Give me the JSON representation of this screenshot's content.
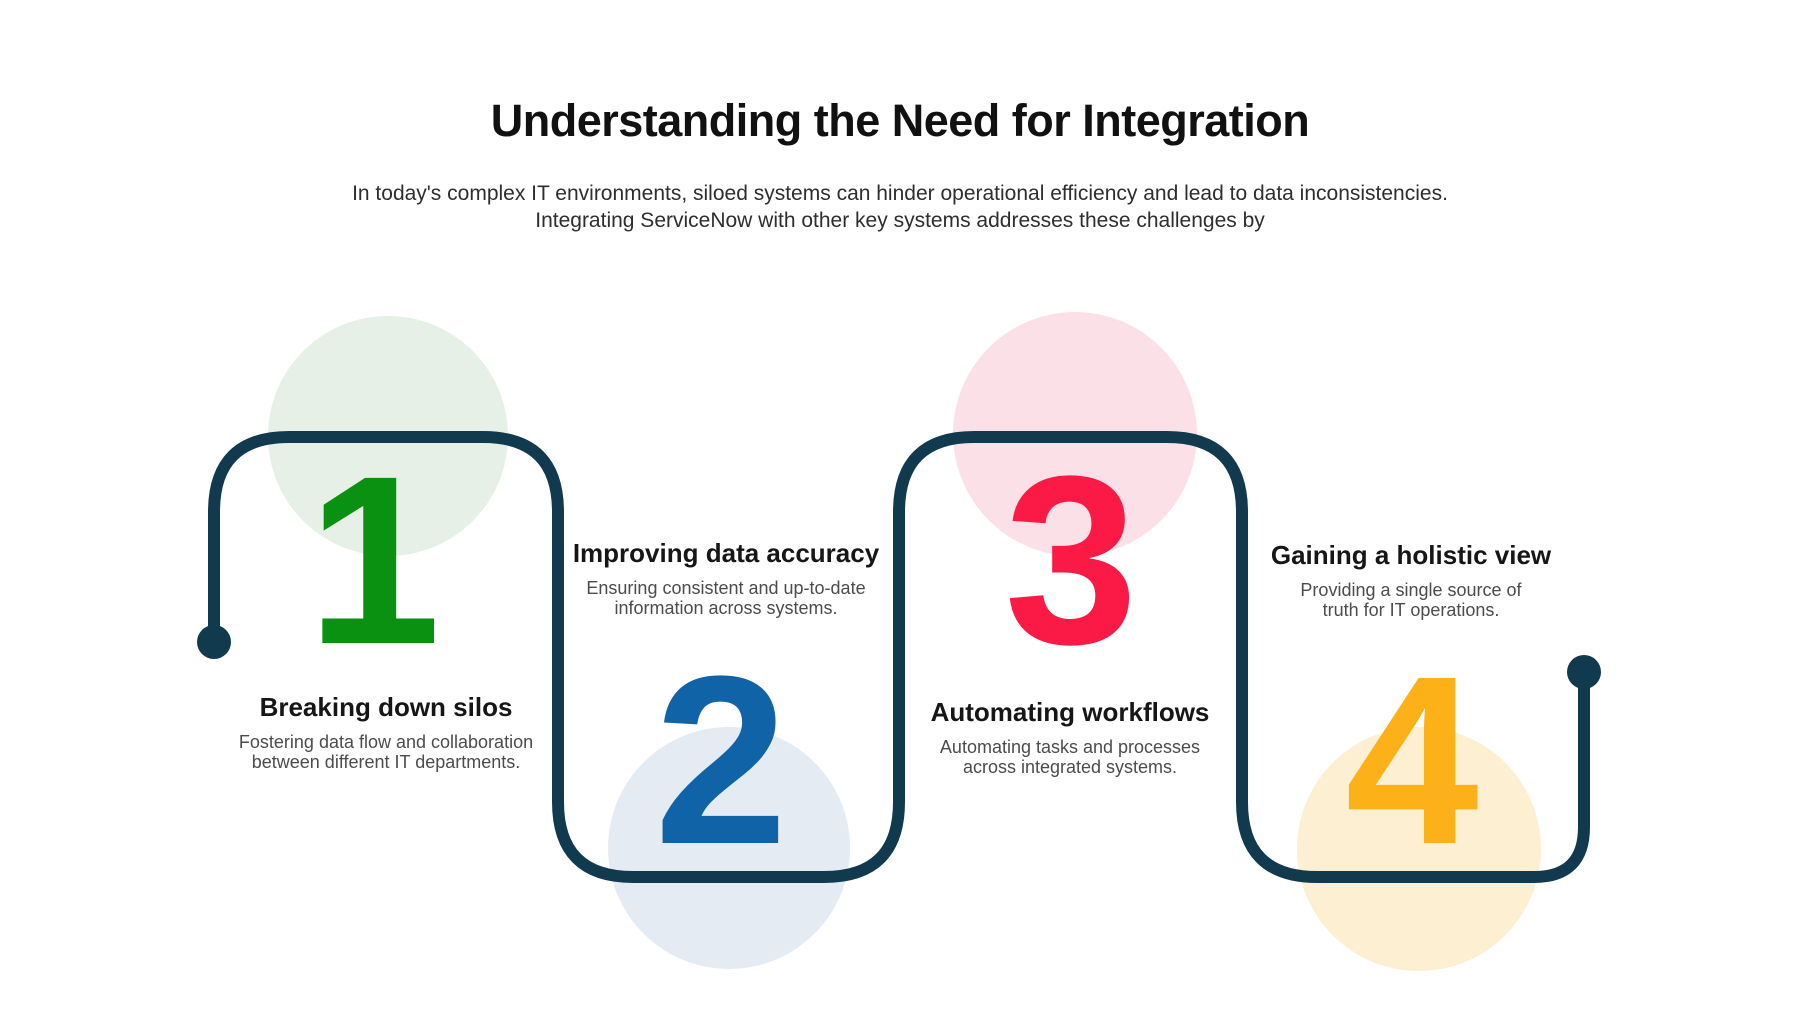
{
  "palette": {
    "line": "#123A4E",
    "title_color": "#111111",
    "subtitle_color": "#2E2E2E",
    "step_title_color": "#161616",
    "step_desc_color": "#4C4C4C"
  },
  "header": {
    "title": "Understanding the Need for Integration",
    "subtitle_line1": "In today's complex IT environments, siloed systems can hinder operational efficiency and lead to data inconsistencies.",
    "subtitle_line2": "Integrating ServiceNow with other key systems addresses these challenges by"
  },
  "steps": [
    {
      "number": "1",
      "title": "Breaking down silos",
      "desc_line1": "Fostering data flow and collaboration",
      "desc_line2": "between different IT departments.",
      "color": "#0A9112",
      "circle_color": "#E6F0E7"
    },
    {
      "number": "2",
      "title": "Improving data accuracy",
      "desc_line1": "Ensuring consistent and up-to-date",
      "desc_line2": "information across systems.",
      "color": "#0F63A6",
      "circle_color": "#E4EBF3"
    },
    {
      "number": "3",
      "title": "Automating workflows",
      "desc_line1": "Automating tasks and processes",
      "desc_line2": "across integrated systems.",
      "color": "#FB1A46",
      "circle_color": "#FBE1E7"
    },
    {
      "number": "4",
      "title": "Gaining a holistic view",
      "desc_line1": "Providing a single source of",
      "desc_line2": "truth for IT operations.",
      "color": "#FBB117",
      "circle_color": "#FCEFD2"
    }
  ]
}
